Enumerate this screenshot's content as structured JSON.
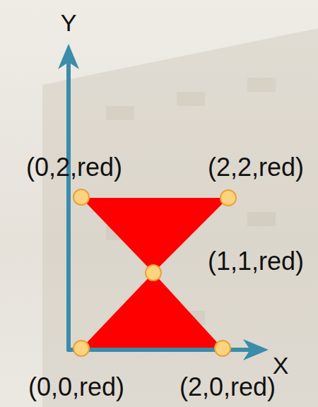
{
  "diagram": {
    "labels": [
      "Y",
      "X",
      "(0,2,red)",
      "(2,2,red)",
      "(1,1,red)",
      "(0,0,red)",
      "(2,0,red)"
    ]
  }
}
